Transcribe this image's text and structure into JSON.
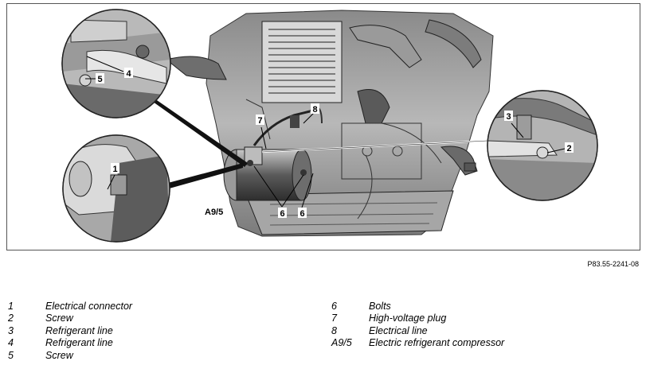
{
  "figure": {
    "code": "P83.55-2241-08",
    "callouts": {
      "c1": "1",
      "c2": "2",
      "c3": "3",
      "c4": "4",
      "c5": "5",
      "c6a": "6",
      "c6b": "6",
      "c7": "7",
      "c8": "8",
      "ca95": "A9/5"
    }
  },
  "legend": {
    "left": [
      {
        "num": "1",
        "desc": "Electrical connector"
      },
      {
        "num": "2",
        "desc": "Screw"
      },
      {
        "num": "3",
        "desc": "Refrigerant line"
      },
      {
        "num": "4",
        "desc": "Refrigerant line"
      },
      {
        "num": "5",
        "desc": "Screw"
      }
    ],
    "right": [
      {
        "num": "6",
        "desc": "Bolts"
      },
      {
        "num": "7",
        "desc": "High-voltage plug"
      },
      {
        "num": "8",
        "desc": "Electrical line"
      },
      {
        "num": "A9/5",
        "desc": "Electric refrigerant compressor"
      }
    ]
  }
}
